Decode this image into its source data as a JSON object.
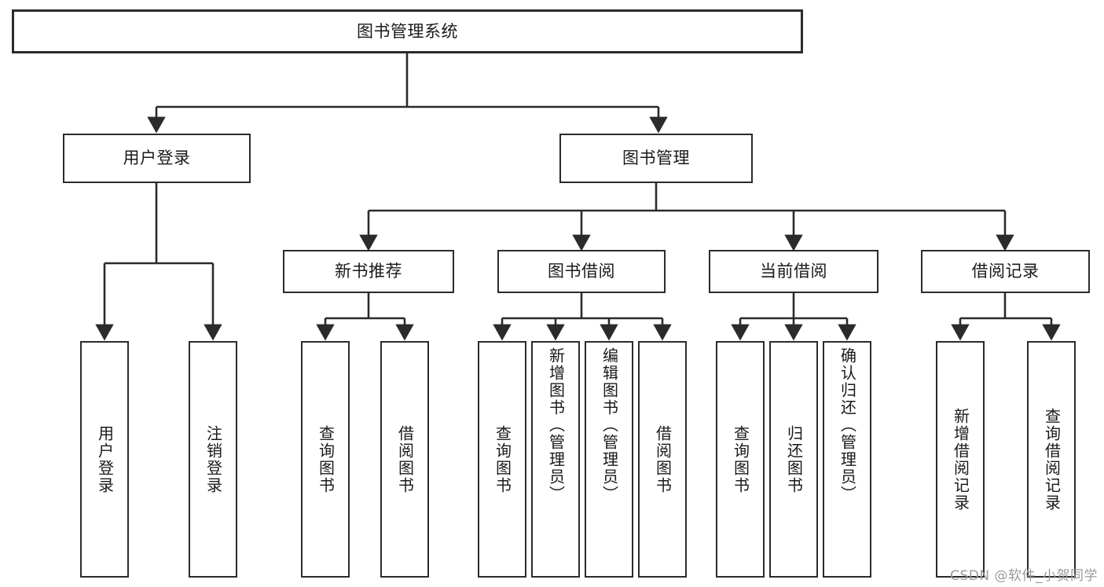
{
  "diagram": {
    "title": "图书管理系统",
    "watermark": "CSDN @软件_小贺同学",
    "colors": {
      "stroke": "#2b2b2b",
      "fill": "#ffffff",
      "text": "#1a1a1a",
      "watermark": "#9b9b9b"
    },
    "root": {
      "label": "图书管理系统"
    },
    "level1": [
      {
        "label": "用户登录"
      },
      {
        "label": "图书管理"
      }
    ],
    "level2": [
      {
        "label": "新书推荐"
      },
      {
        "label": "图书借阅"
      },
      {
        "label": "当前借阅"
      },
      {
        "label": "借阅记录"
      }
    ],
    "leaves": {
      "user_login": [
        {
          "label": "用户登录"
        },
        {
          "label": "注销登录"
        }
      ],
      "new_book": [
        {
          "label": "查询图书"
        },
        {
          "label": "借阅图书"
        }
      ],
      "book_borrow": [
        {
          "label": "查询图书"
        },
        {
          "label": "新增图书（管理员）"
        },
        {
          "label": "编辑图书（管理员）"
        },
        {
          "label": "借阅图书"
        }
      ],
      "current_borrow": [
        {
          "label": "查询图书"
        },
        {
          "label": "归还图书"
        },
        {
          "label": "确认归还（管理员）"
        }
      ],
      "borrow_record": [
        {
          "label": "新增借阅记录"
        },
        {
          "label": "查询借阅记录"
        }
      ]
    }
  }
}
